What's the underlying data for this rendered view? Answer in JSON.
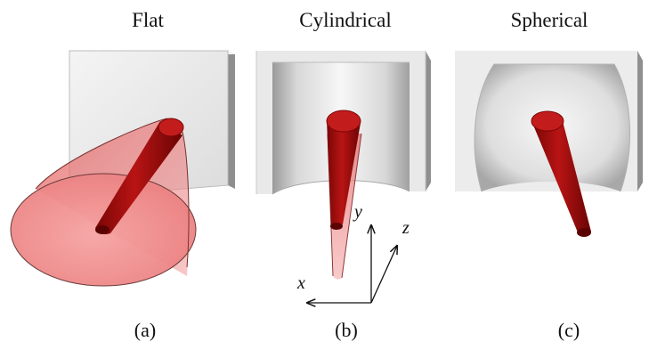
{
  "panels": [
    {
      "title": "Flat",
      "caption": "(a)"
    },
    {
      "title": "Cylindrical",
      "caption": "(b)"
    },
    {
      "title": "Spherical",
      "caption": "(c)"
    }
  ],
  "axes": {
    "x": "x",
    "y": "y",
    "z": "z"
  },
  "colors": {
    "cone": "#a50f0f",
    "cone_dark": "#6e0505",
    "cone_highlight": "#d03a3a",
    "fan_fill": "#f08a8a",
    "wall_light": "#f1f1f1",
    "wall_mid": "#d6d6d6",
    "wall_edge": "#8c8c8c",
    "axis": "#111111"
  }
}
